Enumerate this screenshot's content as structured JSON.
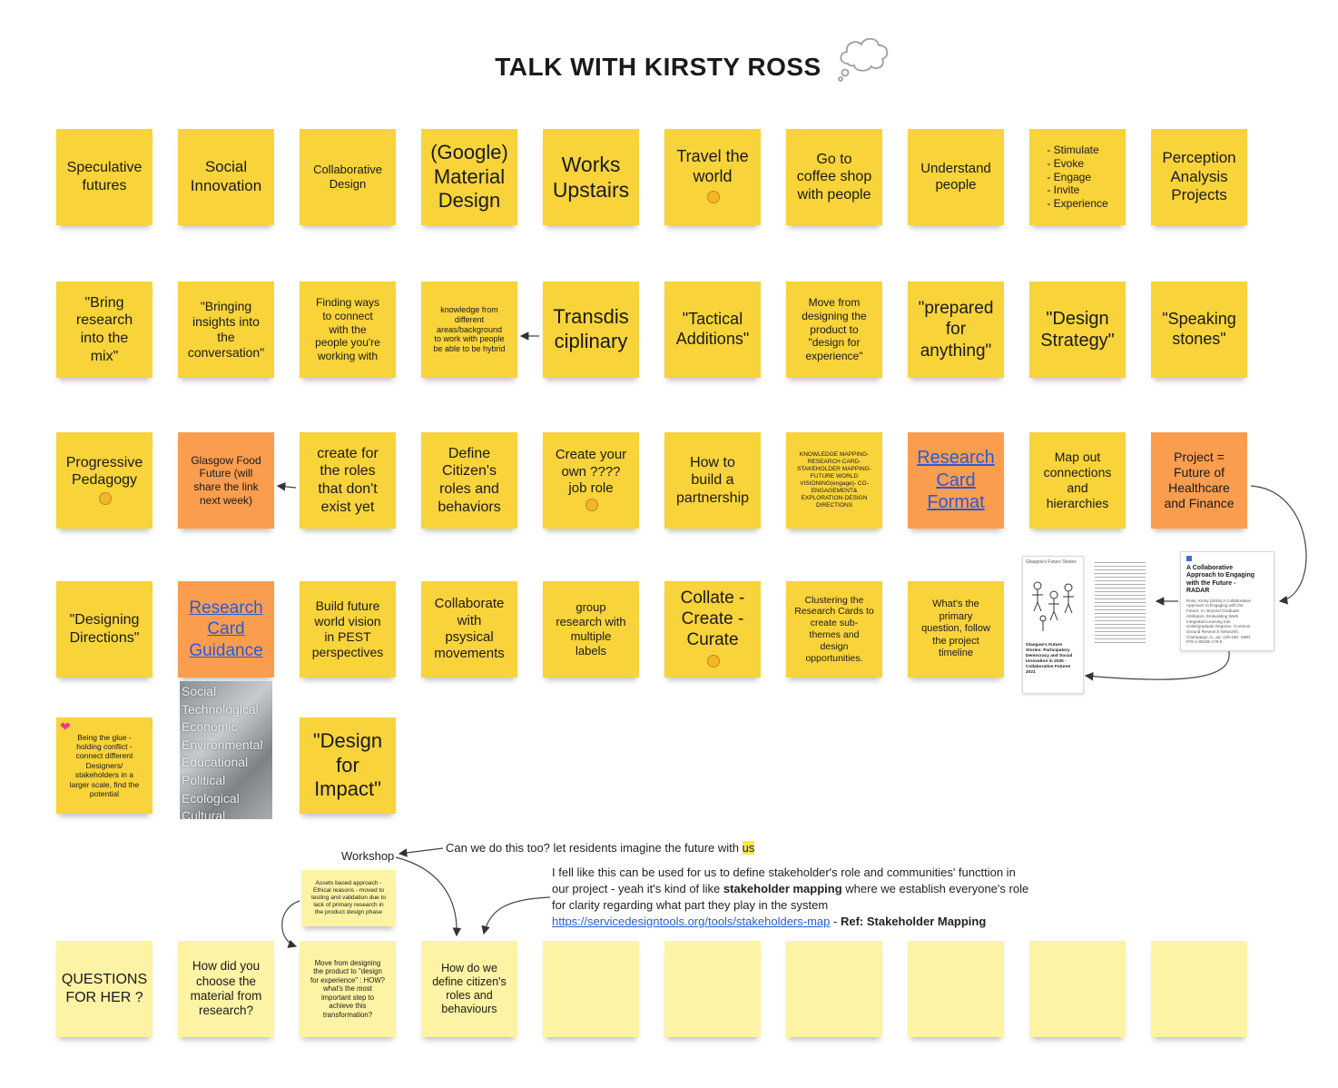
{
  "title": "TALK WITH KIRSTY ROSS",
  "row1": [
    "Speculative\nfutures",
    "Social\nInnovation",
    "Collaborative\nDesign",
    "(Google)\nMaterial\nDesign",
    "Works\nUpstairs",
    "Travel the\nworld",
    "Go to\ncoffee shop\nwith people",
    "Understand\npeople",
    "- Stimulate\n- Evoke\n- Engage\n- Invite\n- Experience",
    "Perception\nAnalysis\nProjects"
  ],
  "row2": [
    "\"Bring\nresearch\ninto the\nmix\"",
    "\"Bringing\ninsights into\nthe\nconversation\"",
    "Finding ways\nto connect\nwith the\npeople you're\nworking with",
    "knowledge from\ndifferent\nareas/background\nto work with people\nbe able to be hybrid",
    "Transdis\nciplinary",
    "\"Tactical\nAdditions\"",
    "Move from\ndesigning the\nproduct to\n\"design for\nexperience\"",
    "\"prepared\nfor\nanything\"",
    "\"Design\nStrategy\"",
    "\"Speaking\nstones\""
  ],
  "row3": [
    "Progressive\nPedagogy",
    "Glasgow Food\nFuture (will\nshare the link\nnext week)",
    "create for\nthe roles\nthat don't\nexist yet",
    "Define\nCitizen's\nroles and\nbehaviors",
    "Create your\nown ????\njob role",
    "How to\nbuild a\npartnership",
    "KNOWLEDGE MAPPING-\nRESEARCH CARD-\nSTAKEHOLDER MAPPING-\nFUTURE WORLD\nVISIONING(engage)- CO-\nENGAGEMENT&\nEXPLORATION-DESIGN\nDIRECTIONS",
    "Research\nCard\nFormat",
    "Map out\nconnections\nand\nhierarchies",
    "Project =\nFuture of\nHealthcare\nand Finance"
  ],
  "row4": [
    "\"Designing\nDirections\"",
    "Research\nCard\nGuidance",
    "Build future\nworld vision\nin PEST\nperspectives",
    "Collaborate\nwith\npsysical\nmovements",
    "group\nresearch with\nmultiple\nlabels",
    "Collate -\nCreate -\nCurate",
    "Clustering the\nResearch Cards to\ncreate sub-\nthemes and\ndesign\nopportunities.",
    "What's the\nprimary\nquestion, follow\nthe project\ntimeline"
  ],
  "row5": {
    "glue": "Being the glue -\nholding conflict -\nconnect different\nDesigners/\nstakeholders in a\nlarger scale, find the\npotential",
    "pest_words": [
      "Social",
      "Technological",
      "Economic",
      "Environmental",
      "Educational",
      "Political",
      "Ecological",
      "Cultural"
    ],
    "impact": "\"Design\nfor\nImpact\""
  },
  "questions": {
    "heading": "QUESTIONS\nFOR HER ?",
    "q1": "How did you\nchoose the\nmaterial from\nresearch?",
    "q2_top": "Assets based approach -\nEthical reasons - moved to\ntesting and validation due to\nlack of primary research in\nthe product design phase",
    "q2": "Move from designing\nthe product to \"design\nfor experience\" : HOW?\nwhat's the most\nimportant step to\nachieve this\ntransformation?",
    "q3": "How do we\ndefine citizen's\nroles and\nbehaviours"
  },
  "annotations": {
    "workshop": "Workshop",
    "can_we_pre": "Can we do this too? let residents imagine the future with ",
    "can_we_hl": "us",
    "fell_1": "I fell like this can be used for us to define stakeholder's role and communities' functtion in",
    "fell_2_pre": "our project - yeah it's kind of like ",
    "fell_2_bold": "stakeholder mapping",
    "fell_2_post": " where we establish everyone's role",
    "fell_3": "for clarity regarding what part they play in the system",
    "ref_link": "https://servicedesigntools.org/tools/stakeholders-map",
    "ref_sep": " - ",
    "ref_bold": "Ref: Stakeholder Mapping"
  },
  "docs": {
    "cover_title": "Glasgow's Future Stories",
    "cover_caption": "Glasgow's Future\nStories: Participatory\nDemocracy and Social\nInnovation in 2030 -\nCollaborative Futures\n2021",
    "paper_title": "A Collaborative\nApproach to Engaging\nwith the Future -\nRADAR",
    "paper_body": "Ross, Kirsty (2019) A Collaborative\nApproach to Engaging with the\nFuture. In: Beyond Graduate\nAttributes: Embedding Work\nIntegrated Learning into\nUndergraduate Degrees. Common\nGround Research Networks,\nChampaign, IL, pp. 129-150. ISBN\n978-1-86335-178-9"
  },
  "colors": {
    "yellow": "#f8d33a",
    "orange": "#fa9d4e",
    "pale": "#fdf3a4",
    "link": "#2a5bd7"
  }
}
